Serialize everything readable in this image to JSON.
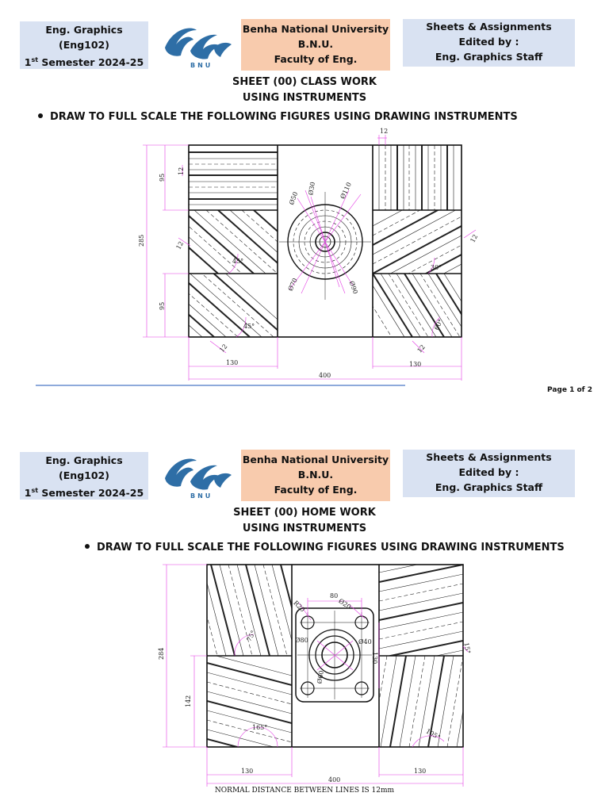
{
  "header": {
    "course_line1": "Eng. Graphics",
    "course_line2": "(Eng102)",
    "semester_num": "1",
    "semester_sup": "st",
    "semester_rest": " Semester 2024-25",
    "uni_line1": "Benha National University",
    "uni_line2": "B.N.U.",
    "uni_line3": "Faculty of Eng.",
    "logo_text": "BNU",
    "right_line1": "Sheets & Assignments",
    "right_line2": "Edited by :",
    "right_line3": "Eng. Graphics Staff"
  },
  "page1": {
    "title_line1": "SHEET (00) CLASS WORK",
    "title_line2": "USING INSTRUMENTS",
    "bullet": "DRAW TO FULL SCALE THE FOLLOWING FIGURES USING DRAWING INSTRUMENTS",
    "dims": {
      "top_spacing": "12",
      "upper_height": "95",
      "spacing_left": "12",
      "total_height": "285",
      "d50": "Ø50",
      "d30": "Ø30",
      "d110": "Ø110",
      "d70": "Ø70",
      "d90": "Ø90",
      "angle_left_mid": "45°",
      "angle_left_low": "45°",
      "angle_right_mid": "30°",
      "angle_right_low": "60°",
      "lower_height": "95",
      "spacing_left_mid": "12",
      "spacing_right_mid": "12",
      "spacing_left_low": "12",
      "spacing_right_low": "12",
      "left_width": "130",
      "right_width": "130",
      "total_width": "400"
    },
    "page_number": "Page 1 of 2"
  },
  "page2": {
    "title_line1": "SHEET (00) HOME WORK",
    "title_line2": "USING INSTRUMENTS",
    "bullet": "DRAW TO FULL SCALE THE FOLLOWING FIGURES USING DRAWING INSTRUMENTS",
    "dims": {
      "hole_spacing": "80",
      "r20": "R20",
      "d20": "Ø20",
      "d80": "Ø80",
      "d40": "Ø40",
      "d60": "Ø60",
      "center_height": "130",
      "total_height": "284",
      "lower_height": "142",
      "angle_left_mid": "75°",
      "angle_left_low": "165°",
      "angle_right_low": "105°",
      "angle_right_mid": "15°",
      "left_width": "130",
      "right_width": "130",
      "total_width": "400"
    },
    "footer_note": "NORMAL DISTANCE BETWEEN LINES IS 12mm"
  }
}
